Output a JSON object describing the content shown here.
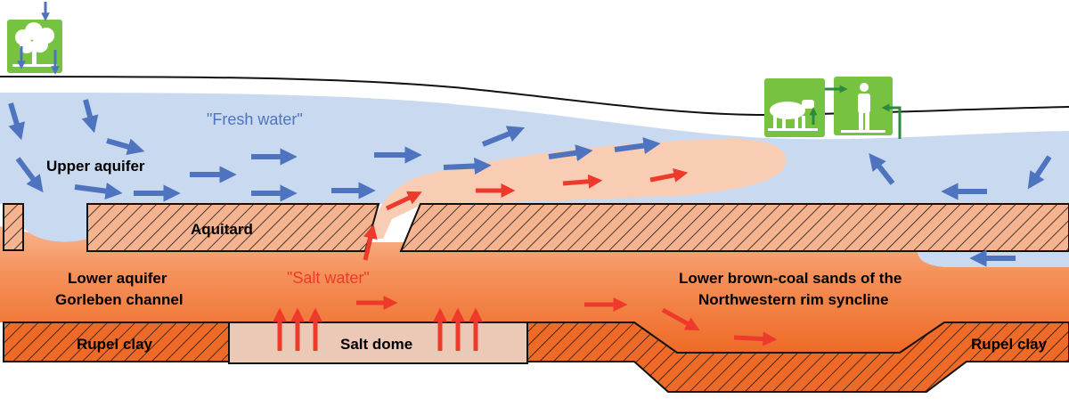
{
  "labels": {
    "fresh_water": "\"Fresh water\"",
    "upper_aquifer": "Upper aquifer",
    "aquitard": "Aquitard",
    "lower_aquifer_line1": "Lower aquifer",
    "lower_aquifer_line2": "Gorleben channel",
    "salt_water": "\"Salt water\"",
    "brown_coal_line1": "Lower brown-coal sands of the",
    "brown_coal_line2": "Northwestern rim syncline",
    "rupel_clay_left": "Rupel clay",
    "salt_dome": "Salt dome",
    "rupel_clay_right": "Rupel clay"
  },
  "icons": {
    "recharge": "tree-icon",
    "livestock": "cow-icon",
    "human": "person-icon"
  },
  "colors": {
    "fresh_water": "#c9daf0",
    "fresh_arrow": "#4f74bf",
    "salt_arrow": "#ee3a2b",
    "lower_aquifer": "#f07d3c",
    "salt_plume": "#f9cdb3",
    "clay_fill": "#f5b38f",
    "hatch": "#1a1a1a",
    "salt_dome": "#ecc9b6",
    "icon_green": "#78c241",
    "icon_arrow": "#2b8a3e"
  }
}
